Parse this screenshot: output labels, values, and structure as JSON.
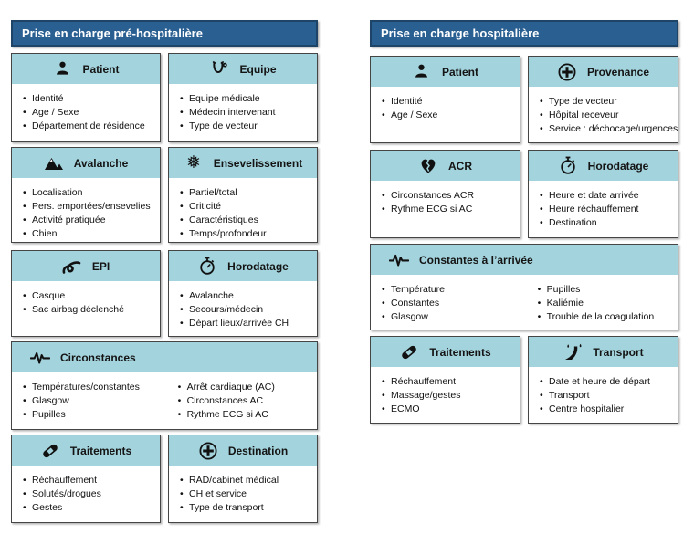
{
  "colors": {
    "banner_bg": "#2A5F92",
    "banner_border": "#1E4567",
    "card_header_bg": "#A3D3DD",
    "card_border": "#454545",
    "text": "#111111",
    "banner_text": "#ffffff"
  },
  "left_section": {
    "title": "Prise en charge pré-hospitalière",
    "cards": [
      {
        "icon": "person-icon",
        "title": "Patient",
        "items": [
          "Identité",
          "Age / Sexe",
          "Département de résidence"
        ]
      },
      {
        "icon": "stethoscope-icon",
        "title": "Equipe",
        "items": [
          "Equipe médicale",
          "Médecin intervenant",
          "Type de vecteur"
        ]
      },
      {
        "icon": "mountains-icon",
        "title": "Avalanche",
        "items": [
          "Localisation",
          "Pers. emportées/ensevelies",
          "Activité pratiquée",
          "Chien"
        ]
      },
      {
        "icon": "snowflake-icon",
        "title": "Ensevelissement",
        "items": [
          "Partiel/total",
          "Criticité",
          "Caractéristiques",
          "Temps/profondeur"
        ]
      },
      {
        "icon": "knot-icon",
        "title": "EPI",
        "items": [
          "Casque",
          "Sac airbag déclenché"
        ]
      },
      {
        "icon": "stopwatch-icon",
        "title": "Horodatage",
        "items": [
          "Avalanche",
          "Secours/médecin",
          "Départ lieux/arrivée CH"
        ]
      },
      {
        "icon": "ecg-pulse-icon",
        "title": "Circonstances",
        "items_left": [
          "Températures/constantes",
          "Glasgow",
          "Pupilles"
        ],
        "items_right": [
          "Arrêt cardiaque (AC)",
          "Circonstances AC",
          "Rythme ECG si AC"
        ]
      },
      {
        "icon": "bandage-icon",
        "title": "Traitements",
        "items": [
          "Réchauffement",
          "Solutés/drogues",
          "Gestes"
        ]
      },
      {
        "icon": "medical-cross-icon",
        "title": "Destination",
        "items": [
          "RAD/cabinet médical",
          "CH et service",
          "Type de transport"
        ]
      }
    ]
  },
  "right_section": {
    "title": "Prise en charge hospitalière",
    "cards": [
      {
        "icon": "person-icon",
        "title": "Patient",
        "items": [
          "Identité",
          "Age / Sexe"
        ]
      },
      {
        "icon": "medical-cross-icon",
        "title": "Provenance",
        "items": [
          "Type de vecteur",
          "Hôpital receveur",
          "Service : déchocage/urgences"
        ]
      },
      {
        "icon": "broken-heart-icon",
        "title": "ACR",
        "items": [
          "Circonstances ACR",
          "Rythme ECG si AC"
        ]
      },
      {
        "icon": "stopwatch-icon",
        "title": "Horodatage",
        "items": [
          "Heure et date arrivée",
          "Heure réchauffement",
          "Destination"
        ]
      },
      {
        "icon": "ecg-pulse-icon",
        "title": "Constantes à l’arrivée",
        "items_left": [
          "Température",
          "Constantes",
          "Glasgow"
        ],
        "items_right": [
          "Pupilles",
          "Kaliémie",
          "Trouble de la coagulation"
        ]
      },
      {
        "icon": "bandage-icon",
        "title": "Traitements",
        "items": [
          "Réchauffement",
          "Massage/gestes",
          "ECMO"
        ]
      },
      {
        "icon": "winding-road-icon",
        "title": "Transport",
        "items": [
          "Date et heure de départ",
          "Transport",
          "Centre hospitalier"
        ]
      }
    ]
  }
}
